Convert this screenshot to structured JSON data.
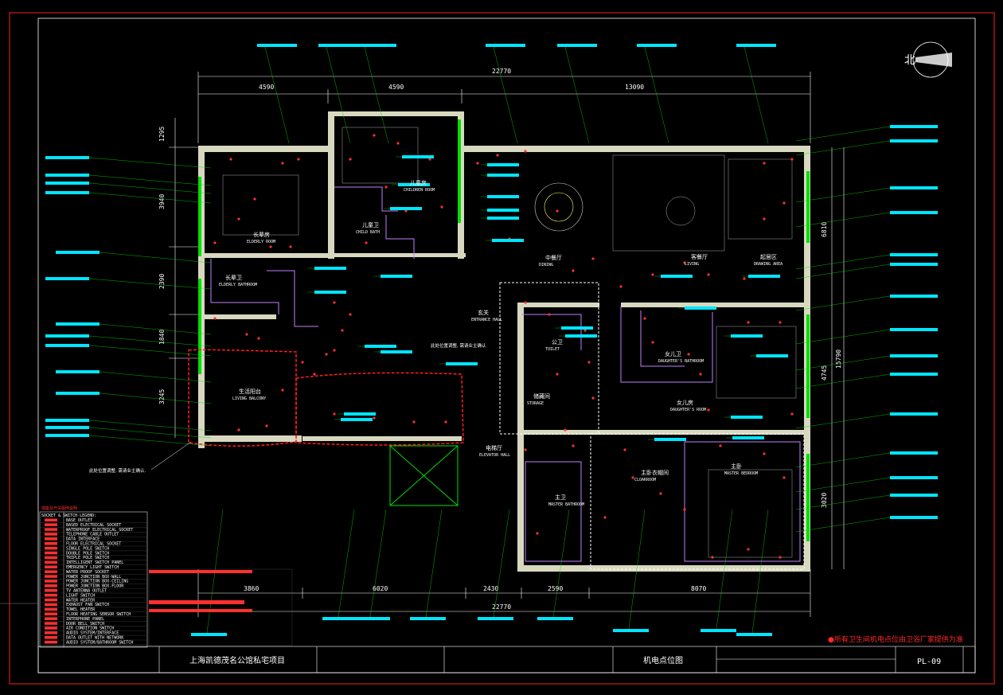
{
  "drawing": {
    "north_label": "北",
    "sheet_number": "PL-09",
    "project_title": "上海凯德茂名公馆私宅项目",
    "drawing_title": "机电点位图",
    "note_red": "●所有卫生间机电点位由卫浴厂家提供为准",
    "annotation_left": "此处位置调整, 需请业主确认.",
    "annotation_mid": "此处位置调整, 需请业主确认"
  },
  "dimensions": {
    "top_total": "22770",
    "top_segments": [
      "4590",
      "4590",
      "13090"
    ],
    "bottom_total": "22770",
    "bottom_segments": [
      "3860",
      "6020",
      "2430",
      "2590",
      "8070"
    ],
    "left": [
      "1295",
      "3940",
      "2390",
      "1840",
      "3245"
    ],
    "right": [
      "6810",
      "4745",
      "15790",
      "3020"
    ]
  },
  "rooms": [
    {
      "cn": "儿童房",
      "en": "CHILDREN ROOM"
    },
    {
      "cn": "儿童卫",
      "en": "CHILD BATH"
    },
    {
      "cn": "长辈房",
      "en": "ELDERLY ROOM"
    },
    {
      "cn": "长辈卫",
      "en": "ELDERLY BATHROOM"
    },
    {
      "cn": "中餐厅",
      "en": "DINING"
    },
    {
      "cn": "客餐厅",
      "en": "LIVING"
    },
    {
      "cn": "起居区",
      "en": "DRAWING AREA"
    },
    {
      "cn": "玄关",
      "en": "ENTRANCE HALL"
    },
    {
      "cn": "公卫",
      "en": "TOILET"
    },
    {
      "cn": "储藏间",
      "en": "STORAGE"
    },
    {
      "cn": "女儿卫",
      "en": "DAUGHTER'S BATHROOM"
    },
    {
      "cn": "女儿房",
      "en": "DAUGHTER'S ROOM"
    },
    {
      "cn": "电梯厅",
      "en": "ELEVATOR HALL"
    },
    {
      "cn": "主卧衣帽间",
      "en": "CLOAKROOM"
    },
    {
      "cn": "主卫",
      "en": "MASTER BATHROOM"
    },
    {
      "cn": "主卧",
      "en": "MASTER BEDROOM"
    },
    {
      "cn": "生活阳台",
      "en": "LIVING BALCONY"
    }
  ],
  "legend": {
    "header_cn": "插座及开关图例说明",
    "header_en": "SOCKET & SWITCH LEGEND:",
    "items": [
      "BASE OUTLET",
      "BASED ELECTRICAL SOCKET",
      "WATERPROOF ELECTRICAL SOCKET",
      "TELEPHONE CABLE OUTLET",
      "DATA INTERFACE",
      "FLOOR ELECTRICAL SOCKET",
      "SINGLE POLE SWITCH",
      "DOUBLE POLE SWITCH",
      "TRIPLE POLE SWITCH",
      "INTELLIGENT SWITCH PANEL",
      "EMERGENCY LIGHT SWITCH",
      "WATER PROOF SOCKET",
      "POWER JUNCTION BOX-WALL",
      "POWER JUNCTION BOX-CEILING",
      "POWER JUNCTION BOX-FLOOR",
      "TV ANTENNA OUTLET",
      "LIGHT SWITCH",
      "WATER HEATER",
      "EXHAUST FAN SWITCH",
      "TOWEL HEATER",
      "FLOOR HEATING SENSOR SWITCH",
      "INTERPHONE PANEL",
      "DOOR BELL SWITCH",
      "AIR CONDITION SWITCH",
      "AUDIO SYSTEM/INTERFACE",
      "DATA OUTLET WITH NETWORK",
      "AUDIO SYSTEM/BATHROOM SWITCH"
    ]
  },
  "colors": {
    "background": "#000000",
    "border": "#ff1e1e",
    "walls": "#d8d8c0",
    "cyan": "#00e5ff",
    "green": "#00e000",
    "red": "#ff1e1e",
    "magenta": "#c080ff",
    "yellow": "#ffff66"
  }
}
